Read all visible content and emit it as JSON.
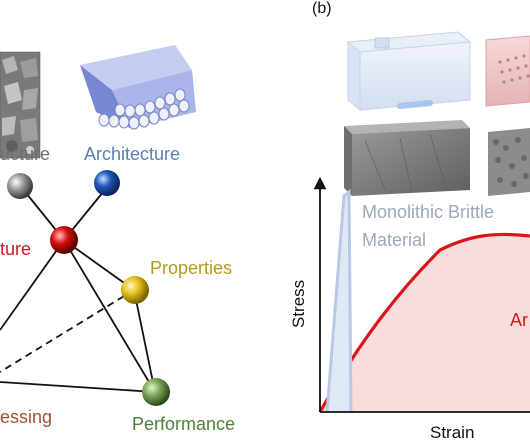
{
  "panel_b_label": "(b)",
  "left_panel": {
    "labels": {
      "structure_top": "ucture",
      "architecture": "Architecture",
      "structure_left": "ture",
      "properties": "Properties",
      "processing": "essing",
      "performance": "Performance"
    },
    "colors": {
      "architecture": "#5a7fb5",
      "structure": "#c41f1f",
      "properties": "#b59a1c",
      "processing": "#a0522d",
      "performance": "#4f7f3a",
      "structure_top": "#6f6f6f"
    }
  },
  "right_panel": {
    "labels": {
      "monolithic": [
        "Monolithic Brittle",
        "Material"
      ],
      "right_curve": "Ar",
      "y_axis": "Stress",
      "x_axis": "Strain"
    },
    "colors": {
      "red_curve": "#d9171a",
      "red_fill": "#fadcdd",
      "blue_curve": "#b7c9e4",
      "blue_fill": "#dfe8f5",
      "monolithic_text": "#9aa9bd",
      "right_curve_text": "#d9171a"
    }
  }
}
